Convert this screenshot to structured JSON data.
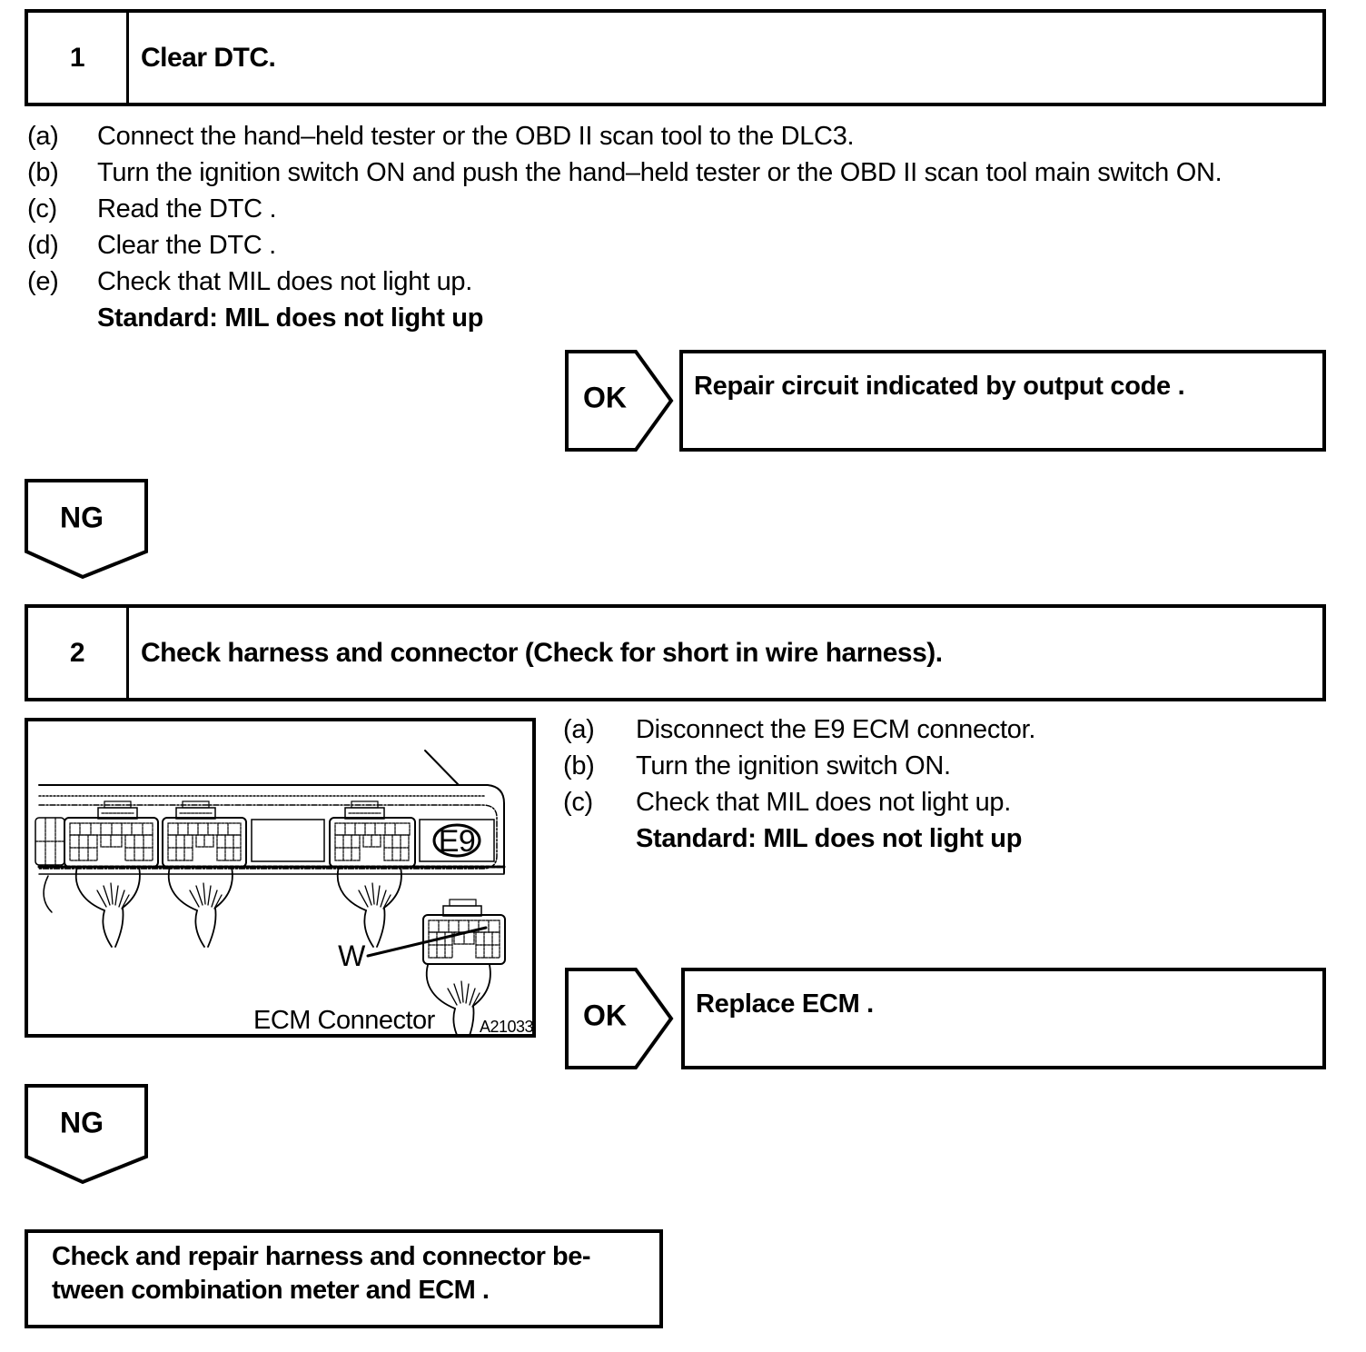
{
  "step1": {
    "number": "1",
    "title": "Clear DTC.",
    "items": [
      {
        "label": "(a)",
        "text": "Connect the hand–held tester or the OBD II scan tool to the DLC3."
      },
      {
        "label": "(b)",
        "text": "Turn the ignition switch ON and push the hand–held tester or the OBD II scan tool main switch ON."
      },
      {
        "label": "(c)",
        "text": "Read the DTC ."
      },
      {
        "label": "(d)",
        "text": "Clear the DTC ."
      },
      {
        "label": "(e)",
        "text": "Check that MIL does not light up."
      }
    ],
    "standard": "Standard: MIL does not light up",
    "ok_label": "OK",
    "ok_action": "Repair circuit indicated by output code .",
    "ng_label": "NG"
  },
  "step2": {
    "number": "2",
    "title": "Check harness and connector (Check for short in wire harness).",
    "items": [
      {
        "label": "(a)",
        "text": "Disconnect the E9 ECM connector."
      },
      {
        "label": "(b)",
        "text": "Turn the ignition switch ON."
      },
      {
        "label": "(c)",
        "text": "Check that MIL does not light up."
      }
    ],
    "standard": "Standard: MIL does not light up",
    "ok_label": "OK",
    "ok_action": "Replace ECM .",
    "ng_label": "NG",
    "figure": {
      "connector_id": "E9",
      "wire_label": "W",
      "caption": "ECM Connector",
      "figure_code": "A21033"
    }
  },
  "conclusion": {
    "line1": "Check and repair harness and connector be-",
    "line2": "tween combination meter and ECM ."
  }
}
